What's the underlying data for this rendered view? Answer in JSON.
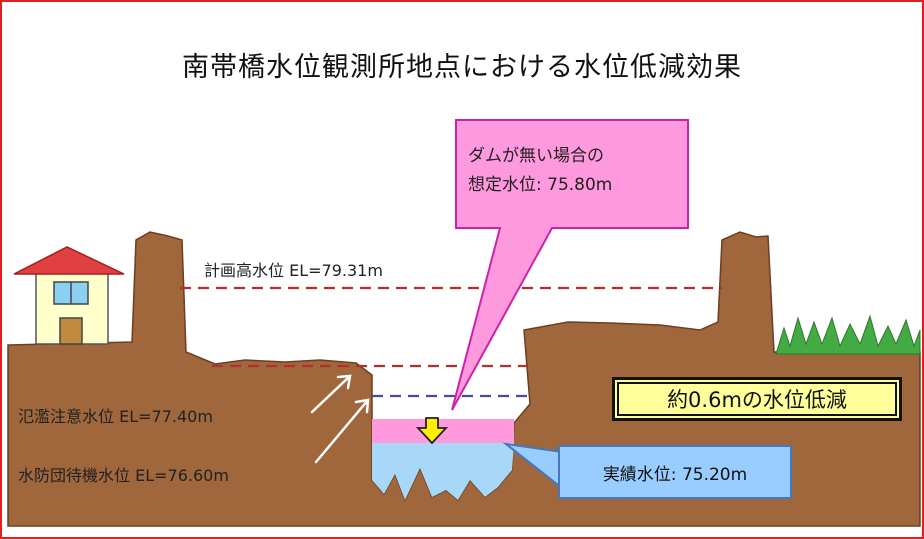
{
  "title": "南帯橋水位観測所地点における水位低減効果",
  "callout": {
    "text": "ダムが無い場合の\n想定水位: 75.80m"
  },
  "levels": {
    "plan_high": "計画高水位  EL=79.31m",
    "flood_warning": "氾濫注意水位    EL=77.40m",
    "standby": "水防団待機水位  EL=76.60m"
  },
  "reduction_label": "約0.6mの水位低減",
  "actual_label": "実績水位: 75.20m",
  "water_levels_m": {
    "without_dam": 75.8,
    "actual": 75.2,
    "reduction": 0.6
  },
  "colors": {
    "frame": "#e02020",
    "ground": "#a0663c",
    "callout_fill": "#ff99dd",
    "callout_border": "#cc22aa",
    "assumed_water": "#ff99dd",
    "actual_water": "#a8d8f8",
    "actual_box_fill": "#99ccff",
    "reduction_box_fill": "#ffff99",
    "plan_line": "#b03030",
    "warning_line": "#b03030",
    "standby_line": "#4a4a9a",
    "arrow": "#ffee00",
    "grass": "#44aa44",
    "house_roof": "#e04040",
    "house_wall": "#ffffcc",
    "house_window": "#8ad0f0"
  },
  "icons": [
    "house-icon",
    "grass-icon",
    "down-arrow-icon",
    "pointer-arrow-icon"
  ]
}
